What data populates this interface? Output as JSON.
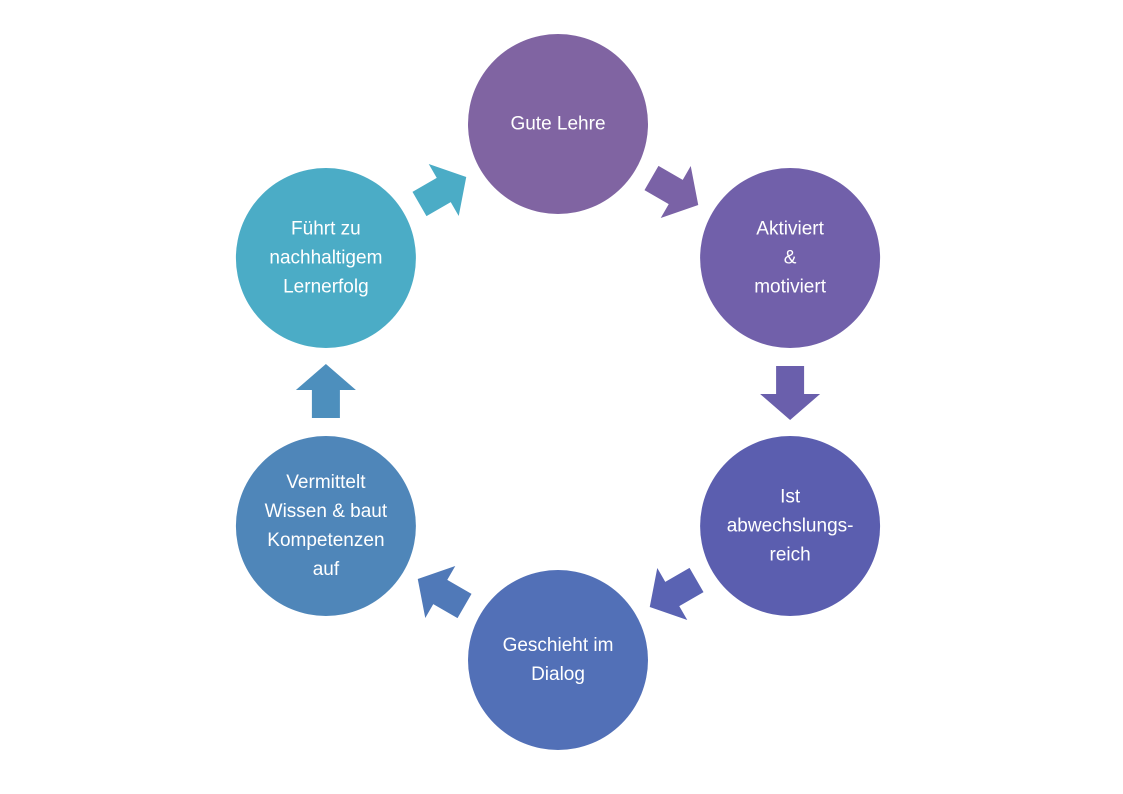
{
  "diagram": {
    "type": "cycle",
    "nodes": [
      {
        "id": "gute-lehre",
        "lines": [
          "Gute Lehre"
        ],
        "color": "#8064A2"
      },
      {
        "id": "aktiviert-motiviert",
        "lines": [
          "Aktiviert",
          "&",
          "motiviert"
        ],
        "color": "#7160AA"
      },
      {
        "id": "abwechslungsreich",
        "lines": [
          "Ist",
          "abwechslungs-",
          "reich"
        ],
        "color": "#5B5EAF"
      },
      {
        "id": "geschieht-im-dialog",
        "lines": [
          "Geschieht im",
          "Dialog"
        ],
        "color": "#5270B7"
      },
      {
        "id": "vermittelt-wissen",
        "lines": [
          "Vermittelt",
          "Wissen & baut",
          "Kompetenzen",
          "auf"
        ],
        "color": "#4F86B9"
      },
      {
        "id": "nachhaltiger-lernerfolg",
        "lines": [
          "Führt zu",
          "nachhaltigem",
          "Lernerfolg"
        ],
        "color": "#4BACC6"
      }
    ],
    "arrows": [
      {
        "from": "gute-lehre",
        "to": "aktiviert-motiviert",
        "color": "#7A62A6"
      },
      {
        "from": "aktiviert-motiviert",
        "to": "abwechslungsreich",
        "color": "#6A5FAC"
      },
      {
        "from": "abwechslungsreich",
        "to": "geschieht-im-dialog",
        "color": "#5A63B3"
      },
      {
        "from": "geschieht-im-dialog",
        "to": "vermittelt-wissen",
        "color": "#5079B8"
      },
      {
        "from": "vermittelt-wissen",
        "to": "nachhaltiger-lernerfolg",
        "color": "#4D8FBD"
      },
      {
        "from": "nachhaltiger-lernerfolg",
        "to": "gute-lehre",
        "color": "#4BACC6"
      }
    ]
  }
}
